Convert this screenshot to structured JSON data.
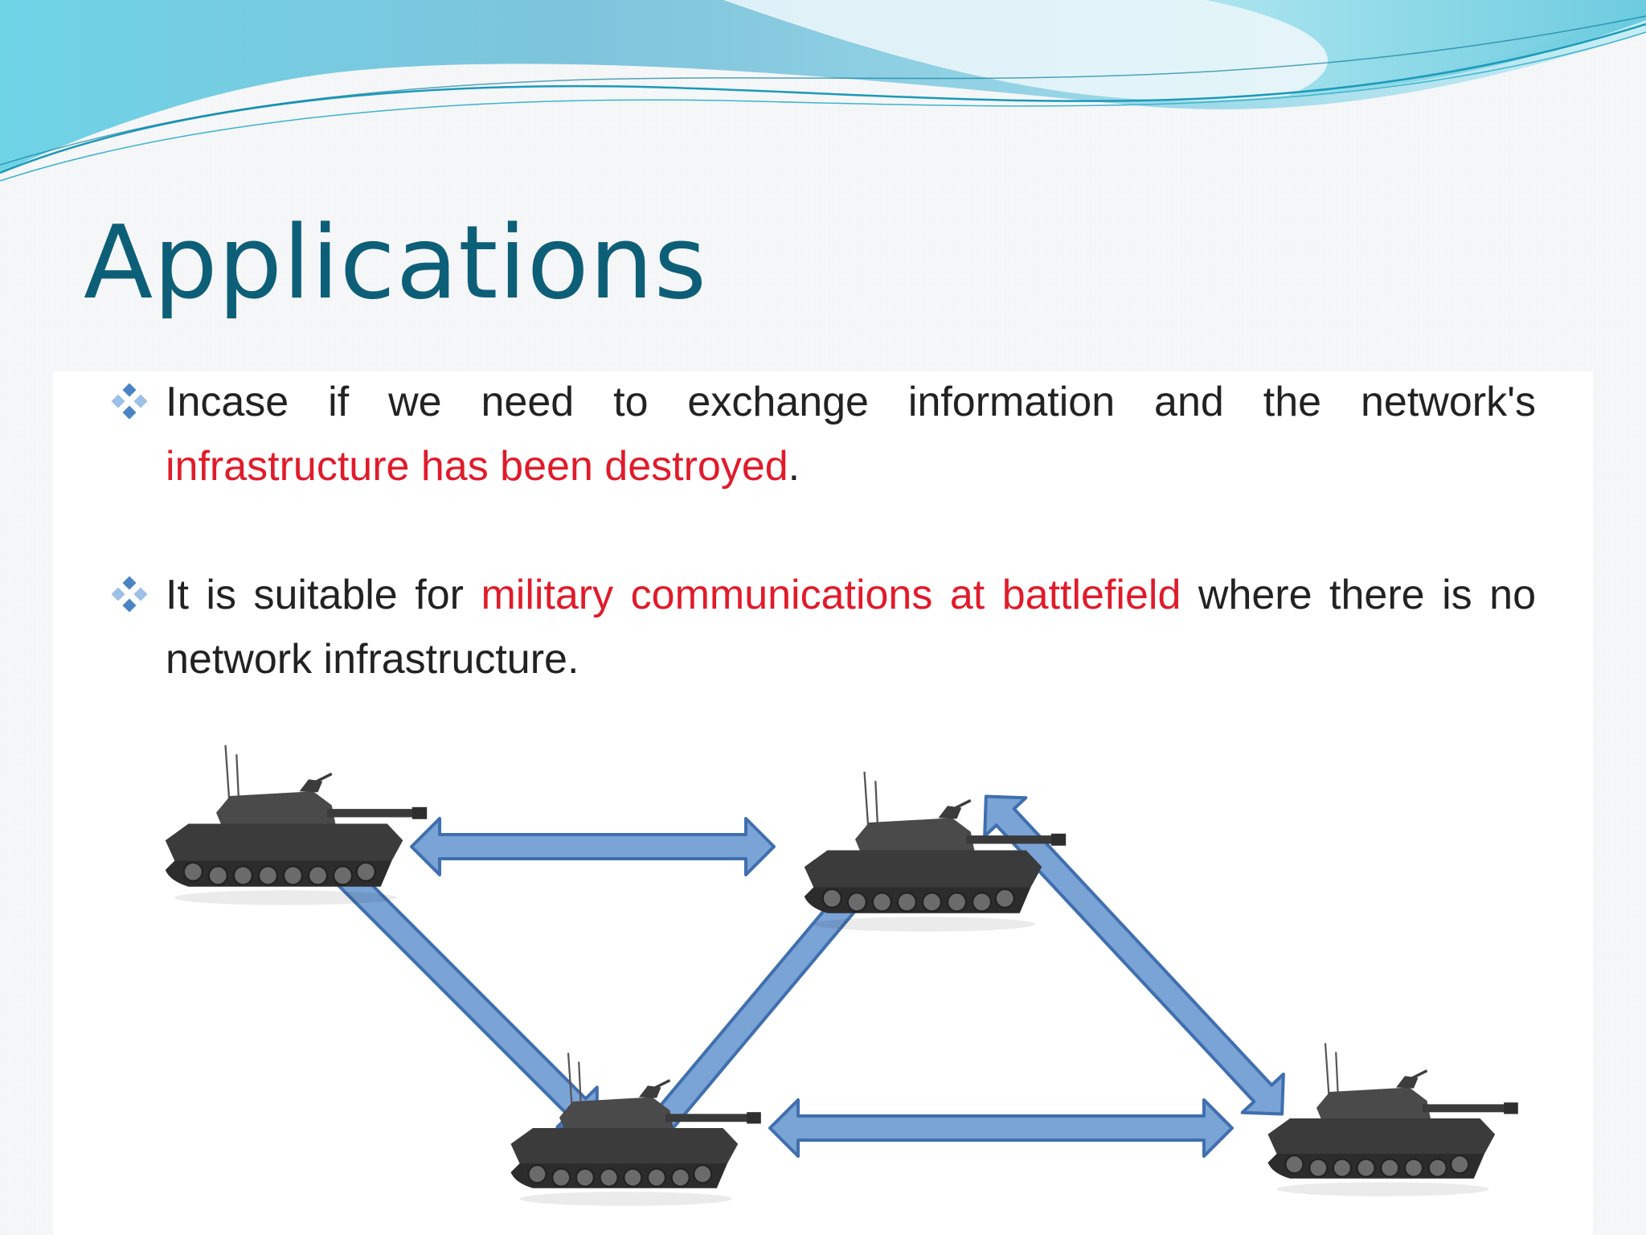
{
  "slide": {
    "title": "Applications",
    "colors": {
      "title": "#0d5f78",
      "highlight": "#e01b2a",
      "text": "#222222",
      "arrow_fill": "#7aa3d6",
      "arrow_stroke": "#3f6fae",
      "bullet": "#4a84c4"
    }
  },
  "bullets": [
    {
      "icon": "diamond-bullet-icon",
      "text_before": "Incase if we need to exchange information and the network's ",
      "highlight": "infrastructure has been destroyed",
      "text_after": "."
    },
    {
      "icon": "diamond-bullet-icon",
      "text_before": "It is suitable for ",
      "highlight": "military communications at battlefield",
      "text_after": " where there is no network infrastructure."
    }
  ],
  "diagram": {
    "nodes": [
      {
        "name": "tank-top-left",
        "icon": "tank-icon"
      },
      {
        "name": "tank-top-middle",
        "icon": "tank-icon"
      },
      {
        "name": "tank-bottom-middle",
        "icon": "tank-icon"
      },
      {
        "name": "tank-bottom-right",
        "icon": "tank-icon"
      }
    ],
    "links": [
      {
        "name": "link-top-left-to-top-middle",
        "icon": "double-arrow-icon"
      },
      {
        "name": "link-top-left-to-bottom-middle",
        "icon": "double-arrow-icon"
      },
      {
        "name": "link-bottom-middle-to-top-middle",
        "icon": "double-arrow-icon"
      },
      {
        "name": "link-top-middle-to-bottom-right",
        "icon": "double-arrow-icon"
      },
      {
        "name": "link-bottom-middle-to-bottom-right",
        "icon": "double-arrow-icon"
      }
    ]
  }
}
